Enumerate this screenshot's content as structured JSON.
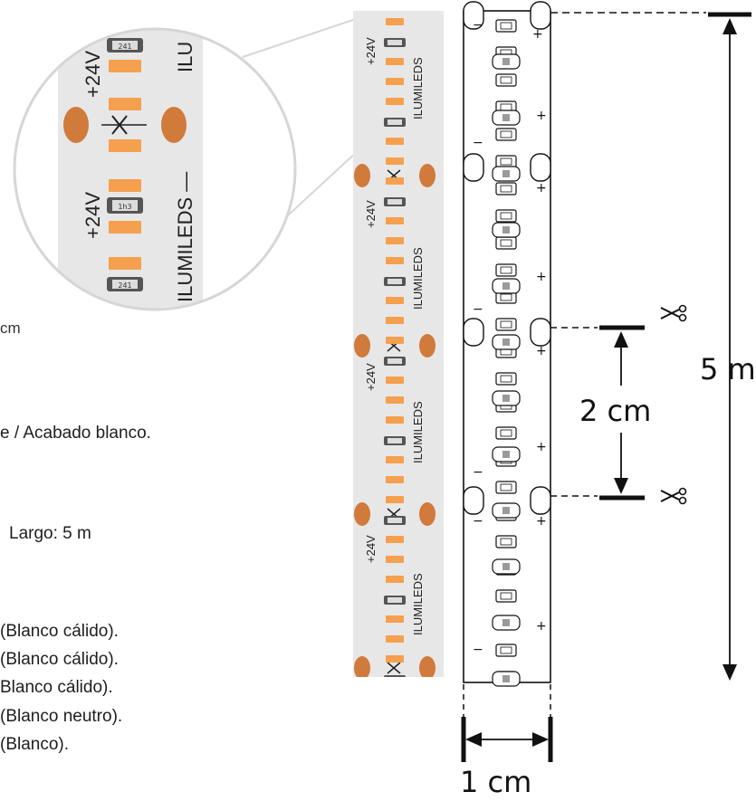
{
  "loupe": {
    "plus24v_top": "+24V",
    "plus24v_bottom": "+24V",
    "brand": "ILUMILEDS —",
    "brand_top": "ILU",
    "smd_code_a": "241",
    "smd_code_b": "1h3"
  },
  "left_text": {
    "cm_fragment": "cm",
    "finish": "e / Acabado blanco.",
    "length": "Largo: 5 m",
    "variants": [
      "(Blanco cálido).",
      "(Blanco cálido).",
      "Blanco cálido).",
      "(Blanco neutro).",
      "(Blanco)."
    ]
  },
  "strip": {
    "voltage_label": "+24V",
    "brand_label": "ILUMILEDS"
  },
  "dimensions": {
    "total_length": "5 m",
    "cut_interval": "2 cm",
    "width": "1 cm"
  },
  "colors": {
    "pcb": "#e8e7e7",
    "pad": "#d07a3c",
    "led": "#f4a04e",
    "line": "#111111",
    "loupe_ring": "#d6d6d6"
  }
}
